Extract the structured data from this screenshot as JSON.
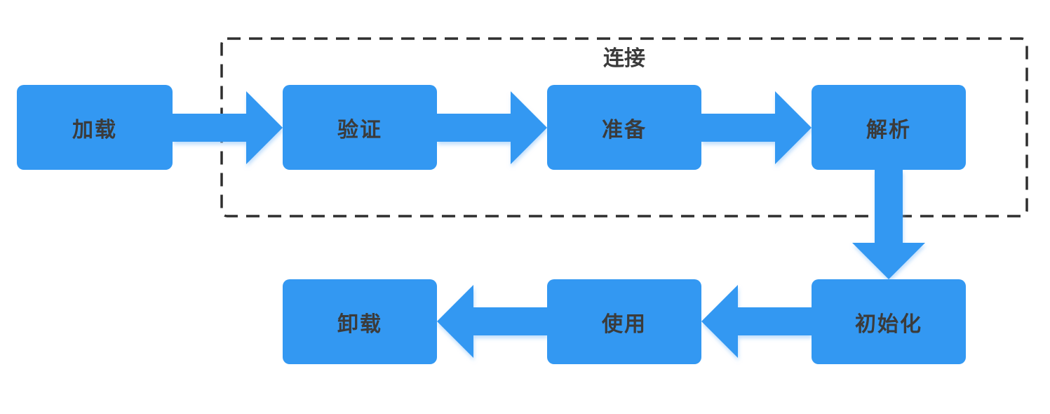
{
  "colors": {
    "node_fill": "#3398f2",
    "node_text": "#3b3b3b",
    "group_border": "#2f2f2f",
    "background": "#ffffff"
  },
  "diagram": {
    "type": "flowchart",
    "group": {
      "label": "连接",
      "members": [
        "verify",
        "prepare",
        "resolve"
      ]
    },
    "nodes": {
      "load": "加载",
      "verify": "验证",
      "prepare": "准备",
      "resolve": "解析",
      "initialize": "初始化",
      "use": "使用",
      "unload": "卸载"
    },
    "edges": [
      {
        "from": "load",
        "to": "verify",
        "direction": "right"
      },
      {
        "from": "verify",
        "to": "prepare",
        "direction": "right"
      },
      {
        "from": "prepare",
        "to": "resolve",
        "direction": "right"
      },
      {
        "from": "resolve",
        "to": "initialize",
        "direction": "down"
      },
      {
        "from": "initialize",
        "to": "use",
        "direction": "left"
      },
      {
        "from": "use",
        "to": "unload",
        "direction": "left"
      }
    ]
  }
}
